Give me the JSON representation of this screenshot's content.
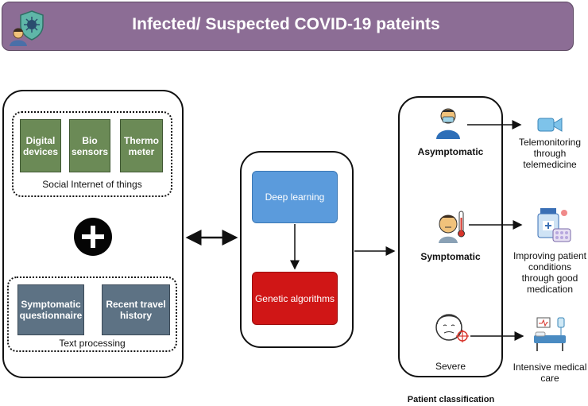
{
  "header": {
    "title": "Infected/ Suspected COVID-19 pateints",
    "icon": "patient-virus-shield-icon"
  },
  "inputs_panel": {
    "iot_devices": [
      "Digital devices",
      "Bio sensors",
      "Thermo meter"
    ],
    "iot_group_label": "Social Internet of things",
    "plus_icon": "plus-icon",
    "text_sources": [
      "Symptomatic questionnaire",
      "Recent travel history"
    ],
    "text_group_label": "Text processing"
  },
  "processing_panel": {
    "deep_learning": "Deep learning",
    "genetic_algorithms": "Genetic algorithms"
  },
  "classification_panel": {
    "label": "Patient classification",
    "classes": [
      {
        "name": "Asymptomatic",
        "icon": "masked-person-icon",
        "outcome": "Telemonitoring through telemedicine",
        "outcome_icon": "video-camera-icon"
      },
      {
        "name": "Symptomatic",
        "icon": "person-thermometer-icon",
        "outcome": "Improving patient conditions through good medication",
        "outcome_icon": "medication-icon"
      },
      {
        "name": "Severe",
        "icon": "sick-person-icon",
        "outcome": "Intensive medical care",
        "outcome_icon": "hospital-bed-icon"
      }
    ]
  },
  "colors": {
    "banner": "#8c6d95",
    "iot_box": "#6b8a56",
    "text_box": "#5d7284",
    "deep_learning": "#5b9bdc",
    "genetic": "#d01616"
  }
}
